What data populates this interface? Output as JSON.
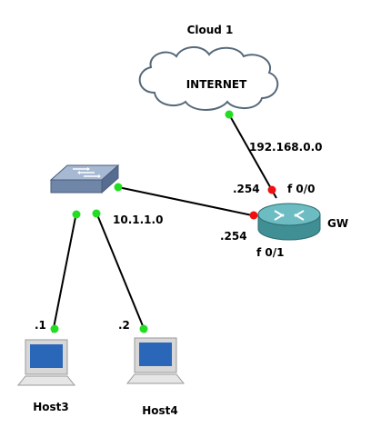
{
  "colors": {
    "link_up": "#22dd22",
    "link_down": "#ee1111",
    "cloud_stroke": "#55687a",
    "cloud_fill": "#ffffff",
    "router_body": "#3f8f95",
    "router_top": "#6cbcc2",
    "switch_body": "#6f86a8",
    "switch_top": "#a7b8d2",
    "host_screen": "#2b67b8",
    "host_frame": "#d7d7d7"
  },
  "nodes": {
    "cloud": {
      "name": "Cloud 1",
      "label": "INTERNET",
      "icon": "cloud-icon"
    },
    "router": {
      "name": "GW",
      "icon": "router-icon"
    },
    "switch": {
      "icon": "switch-icon"
    },
    "host3": {
      "name": "Host3",
      "icon": "laptop-icon"
    },
    "host4": {
      "name": "Host4",
      "icon": "laptop-icon"
    }
  },
  "links": {
    "wan": {
      "network": "192.168.0.0",
      "router_interface": "f 0/0",
      "router_address": ".254",
      "status_cloud": "up",
      "status_router": "down"
    },
    "lan": {
      "network": "10.1.1.0",
      "router_interface": "f 0/1",
      "router_address": ".254",
      "status_switch": "up",
      "status_router": "down"
    },
    "host3": {
      "address": ".1",
      "status": "up"
    },
    "host4": {
      "address": ".2",
      "status": "up"
    }
  }
}
